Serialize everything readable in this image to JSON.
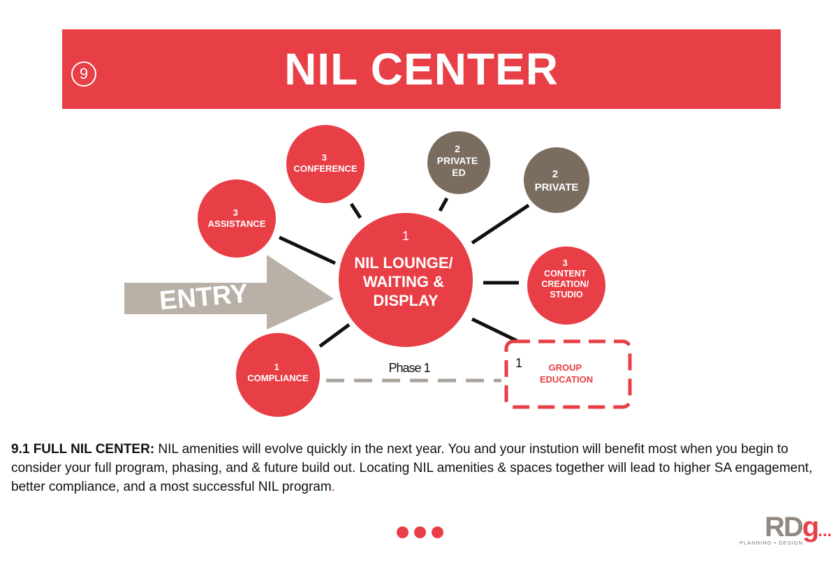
{
  "header": {
    "section_number": "9",
    "title": "NIL CENTER"
  },
  "diagram": {
    "entry_label": "ENTRY",
    "phase_label": "Phase 1",
    "colors": {
      "red": "#e83e45",
      "brown": "#7a6d60",
      "entry_arrow": "#b9b0a7",
      "connector": "#111111",
      "dashed": "#aaa39c"
    },
    "center": {
      "number": "1",
      "lines": [
        "NIL LOUNGE/",
        "WAITING &",
        "DISPLAY"
      ]
    },
    "nodes": {
      "conference": {
        "lines": [
          "3",
          "CONFERENCE"
        ]
      },
      "private_ed": {
        "lines": [
          "2",
          "PRIVATE",
          "ED"
        ]
      },
      "private": {
        "lines": [
          "2",
          "PRIVATE"
        ]
      },
      "assistance": {
        "lines": [
          "3",
          "ASSISTANCE"
        ]
      },
      "content": {
        "lines": [
          "3",
          "CONTENT",
          "CREATION/",
          "STUDIO"
        ]
      },
      "compliance": {
        "lines": [
          "1",
          "COMPLIANCE"
        ]
      },
      "group_education": {
        "number": "1",
        "lines": [
          "GROUP",
          "EDUCATION"
        ]
      }
    }
  },
  "caption": {
    "lead": "9.1 FULL NIL CENTER:",
    "body": " NIL amenities will evolve quickly in the next year. You and your instution will benefit most when you begin to consider your full program, phasing, and & future build out.  Locating NIL amenities & spaces together will lead to higher SA engagement, better compliance, and a most successful NIL program",
    "end": "."
  },
  "logo": {
    "letters": "RD",
    "g": "g",
    "ellipsis": "...",
    "tag_left": "PLANNING",
    "tag_sep": "•",
    "tag_right": "DESIGN"
  }
}
